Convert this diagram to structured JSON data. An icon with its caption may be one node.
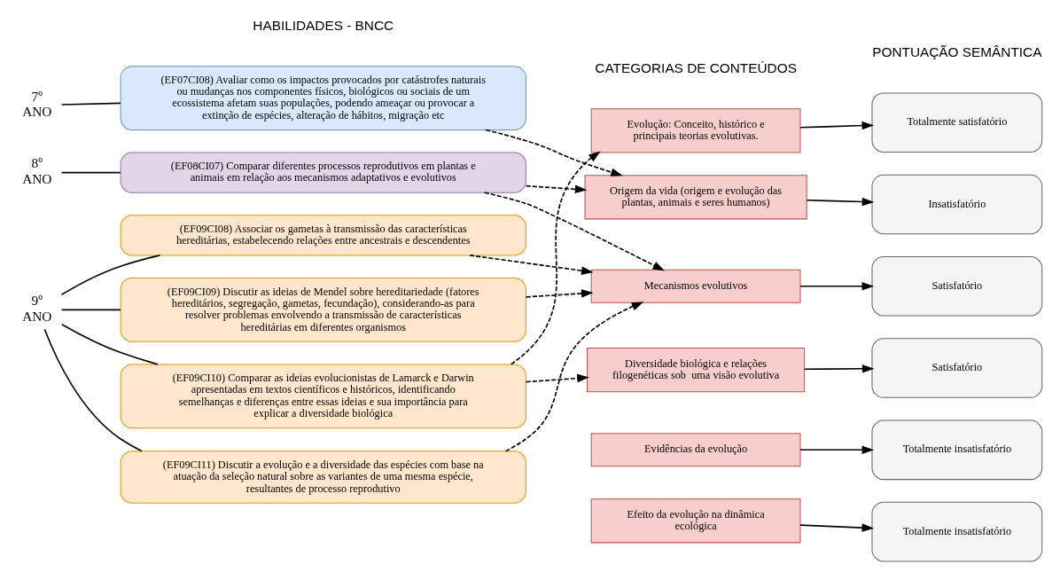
{
  "diagram": {
    "nodes": [
      {
        "text": [
          "7º ANO"
        ]
      },
      {
        "text": [
          "8º ANO"
        ]
      },
      {
        "text": [
          "9º ANO"
        ]
      },
      {
        "text": [
          "(EF07CI08) Avaliar como os impactos provocados por catástrofes naturais ou mudanças nos componentes físicos, biológicos ou sociais de um ecossistema afetam suas populações, podendo ameaçar ou provocar a extinção de espécies, alteração de hábitos, migração etc"
        ]
      },
      {
        "text": [
          "(EF08CI07) Comparar diferentes processos reprodutivos em plantas e animais em relação aos mecanismos adaptativos e evolutivos"
        ]
      },
      {
        "text": [
          "(EF09CI08) Associar os gametas à transmissão das características hereditárias, estabelecendo relações entre ancestrais e descendentes"
        ]
      },
      {
        "text": [
          "(EF09CI09) Discutir as ideias de Mendel sobre hereditariedade (fatores hereditários, segregação, gametas, fecundação), considerando-as para resolver problemas envolvendo a transmissão de características hereditárias em diferentes organismos"
        ]
      },
      {
        "text": [
          "(EF09CI10) Comparar as ideias evolucionistas de Lamarck e Darwin apresentadas em textos científicos e históricos, identificando semelhanças e diferenças entre essas ideias e sua importância para explicar a diversidade biológica"
        ]
      },
      {
        "text": [
          "(EF09CI11) Discutir a evolução e a diversidade das espécies com base na atuação da seleção natural sobre as variantes de uma mesma espécie, resultantes de processo reprodutivo"
        ]
      },
      {
        "text": [
          "Evolução: Conceito, histórico e principais teorias evolutivas."
        ]
      },
      {
        "text": [
          "Origem da vida (origem e evolução das plantas, animais e seres humanos)"
        ]
      },
      {
        "text": [
          "Mecanismos evolutivos"
        ]
      },
      {
        "text": [
          "Diversidade biológica e relações filogenéticas sob  uma visão evolutiva"
        ]
      },
      {
        "text": [
          "Evidências da evolução"
        ]
      },
      {
        "text": [
          "Efeito da evolução na dinâmica ecológica"
        ]
      },
      {
        "text": [
          "Totalmente satisfatório"
        ]
      },
      {
        "text": [
          "Insatisfatório"
        ]
      },
      {
        "text": [
          "Satisfatório"
        ]
      },
      {
        "text": [
          "Satisfatório"
        ]
      },
      {
        "text": [
          "Totalmente insatisfatório"
        ]
      },
      {
        "text": [
          "Totalmente insatisfatório"
        ]
      }
    ],
    "edges": [
      {
        "from": 0,
        "to": 3,
        "arrow": "none"
      },
      {
        "from": 1,
        "to": 4,
        "arrow": "none"
      },
      {
        "from": 2,
        "to": 5,
        "arrow": "none"
      },
      {
        "from": 2,
        "to": 6,
        "arrow": "none"
      },
      {
        "from": 2,
        "to": 7,
        "arrow": "none"
      },
      {
        "from": 2,
        "to": 8,
        "arrow": "none"
      },
      {
        "from": 3,
        "to": 10,
        "arrow": "to",
        "style": "dashed"
      },
      {
        "from": 4,
        "to": 10,
        "arrow": "to",
        "style": "dashed"
      },
      {
        "from": 4,
        "to": 11,
        "arrow": "to",
        "style": "dashed"
      },
      {
        "from": 5,
        "to": 11,
        "arrow": "to",
        "style": "dashed"
      },
      {
        "from": 6,
        "to": 11,
        "arrow": "to",
        "style": "dashed"
      },
      {
        "from": 7,
        "to": 9,
        "arrow": "to",
        "style": "dashed"
      },
      {
        "from": 7,
        "to": 12,
        "arrow": "to",
        "style": "dashed"
      },
      {
        "from": 8,
        "to": 11,
        "arrow": "to",
        "style": "dashed"
      },
      {
        "from": 9,
        "to": 15,
        "arrow": "to"
      },
      {
        "from": 10,
        "to": 16,
        "arrow": "to"
      },
      {
        "from": 11,
        "to": 17,
        "arrow": "to"
      },
      {
        "from": 12,
        "to": 18,
        "arrow": "to"
      },
      {
        "from": 13,
        "to": 19,
        "arrow": "to"
      },
      {
        "from": 14,
        "to": 20,
        "arrow": "to"
      }
    ],
    "labels": [
      "HABILIDADES - BNCC",
      "CATEGORIAS DE CONTEÚDOS",
      "PONTUAÇÃO SEMÂNTICA"
    ]
  }
}
